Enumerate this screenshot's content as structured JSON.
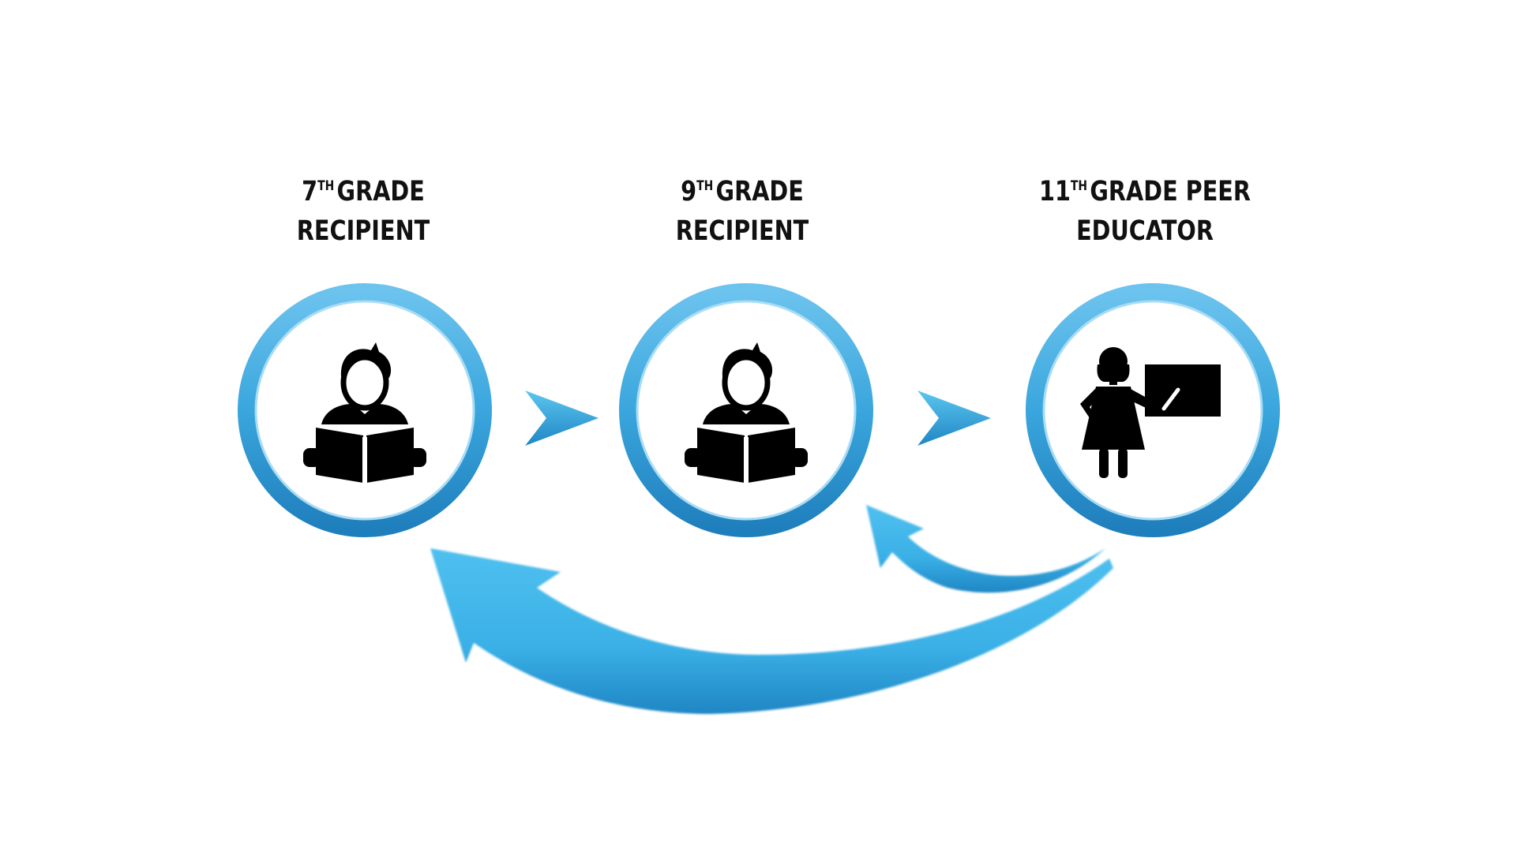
{
  "stages": [
    {
      "id": "grade7",
      "number": "7",
      "suffix": "TH",
      "line1_rest": "GRADE",
      "line2": "RECIPIENT",
      "icon": "student-reading-icon"
    },
    {
      "id": "grade9",
      "number": "9",
      "suffix": "TH",
      "line1_rest": "GRADE",
      "line2": "RECIPIENT",
      "icon": "student-reading-icon"
    },
    {
      "id": "grade11",
      "number": "11",
      "suffix": "TH",
      "line1_rest": "GRADE PEER",
      "line2": "EDUCATOR",
      "icon": "teacher-at-board-icon"
    }
  ],
  "colors": {
    "ring_outer": "#2d8fc9",
    "ring_light": "#8fd0f0",
    "arrow": "#3ab0e6",
    "arrow_dark": "#1f86c4",
    "icon": "#000000",
    "text": "#111111"
  }
}
